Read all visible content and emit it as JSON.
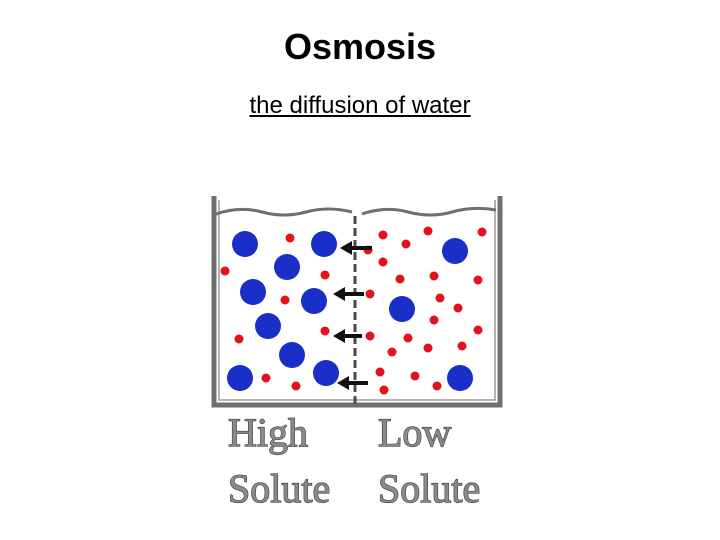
{
  "title": "Osmosis",
  "subtitle": "the diffusion of water",
  "labels": {
    "left_top": "High",
    "left_bottom": "Solute",
    "right_top": "Low",
    "right_bottom": "Solute"
  },
  "colors": {
    "solute": "#1a2fc8",
    "water": "#e3121a",
    "container": "#6f6f6f",
    "membrane": "#4a4a4a",
    "arrow": "#111111"
  }
}
